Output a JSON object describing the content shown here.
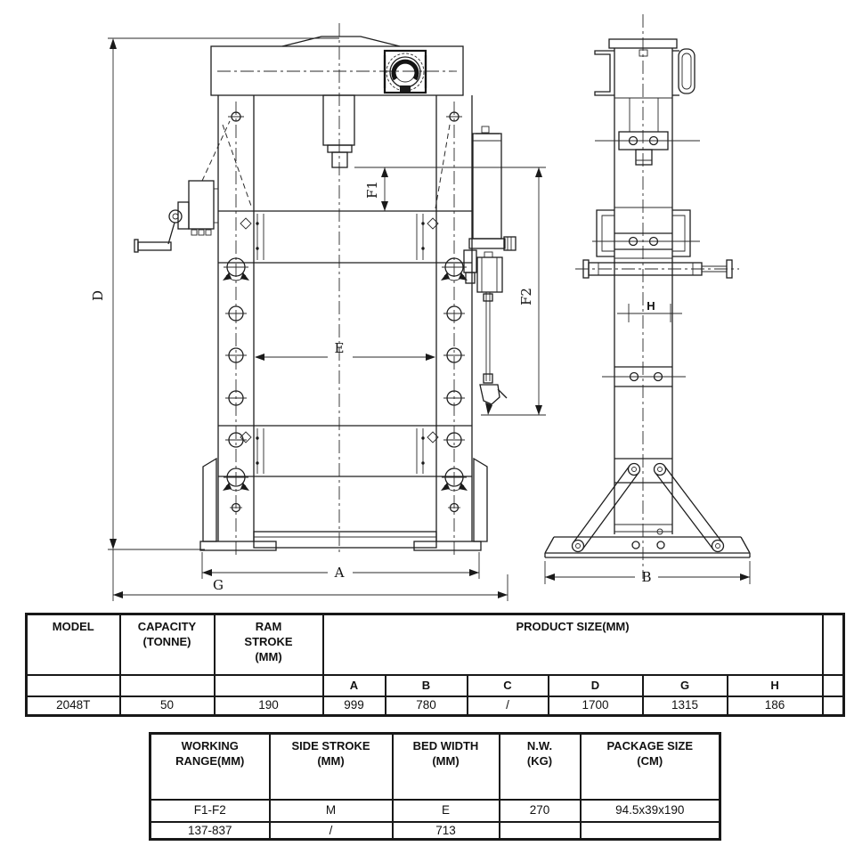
{
  "drawing": {
    "front_view_labels": {
      "D": "D",
      "F1": "F1",
      "F2": "F2",
      "E": "E",
      "A": "A",
      "G": "G"
    },
    "side_view_labels": {
      "H": "H",
      "B": "B"
    }
  },
  "product_table": {
    "col_model": "MODEL",
    "col_capacity": "CAPACITY\n(TONNE)",
    "col_ram_stroke": "RAM\nSTROKE\n(MM)",
    "col_product_size": "PRODUCT SIZE(MM)",
    "size_letters": [
      "A",
      "B",
      "C",
      "D",
      "G",
      "H"
    ],
    "row": {
      "model": "2048T",
      "capacity": "50",
      "ram_stroke": "190",
      "sizes": [
        "999",
        "780",
        "/",
        "1700",
        "1315",
        "186"
      ]
    }
  },
  "detail_table": {
    "col_working_range": "WORKING\nRANGE(MM)",
    "col_side_stroke": "SIDE STROKE\n(MM)",
    "col_bed_width": "BED WIDTH\n(MM)",
    "col_nw": "N.W.\n(KG)",
    "col_package": "PACKAGE SIZE\n(CM)",
    "rows": [
      [
        "F1-F2",
        "M",
        "E",
        "270",
        "94.5x39x190"
      ],
      [
        "137-837",
        "/",
        "713",
        "",
        ""
      ]
    ]
  }
}
